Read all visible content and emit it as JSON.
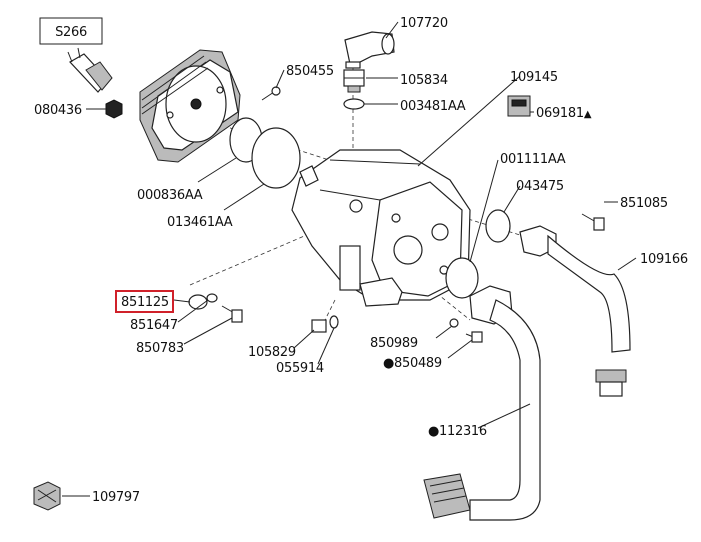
{
  "header_box": {
    "label": "S266"
  },
  "highlight_color": "#d0212a",
  "callouts": [
    {
      "id": "107720",
      "text": "107720"
    },
    {
      "id": "850455",
      "text": "850455"
    },
    {
      "id": "105834",
      "text": "105834"
    },
    {
      "id": "109145",
      "text": "109145"
    },
    {
      "id": "080436",
      "text": "080436"
    },
    {
      "id": "003481AA",
      "text": "003481AA"
    },
    {
      "id": "069181",
      "text": "069181",
      "marker": "▲"
    },
    {
      "id": "000836AA",
      "text": "000836AA"
    },
    {
      "id": "001111AA",
      "text": "001111AA"
    },
    {
      "id": "043475",
      "text": "043475"
    },
    {
      "id": "013461AA",
      "text": "013461AA"
    },
    {
      "id": "851085",
      "text": "851085"
    },
    {
      "id": "109166",
      "text": "109166"
    },
    {
      "id": "851125",
      "text": "851125",
      "highlighted": true
    },
    {
      "id": "851647",
      "text": "851647"
    },
    {
      "id": "850783",
      "text": "850783"
    },
    {
      "id": "850989",
      "text": "850989"
    },
    {
      "id": "105829",
      "text": "105829"
    },
    {
      "id": "850489",
      "text": "850489",
      "marker": "●"
    },
    {
      "id": "055914",
      "text": "055914"
    },
    {
      "id": "112316",
      "text": "112316",
      "marker": "●"
    },
    {
      "id": "109797",
      "text": "109797"
    }
  ]
}
